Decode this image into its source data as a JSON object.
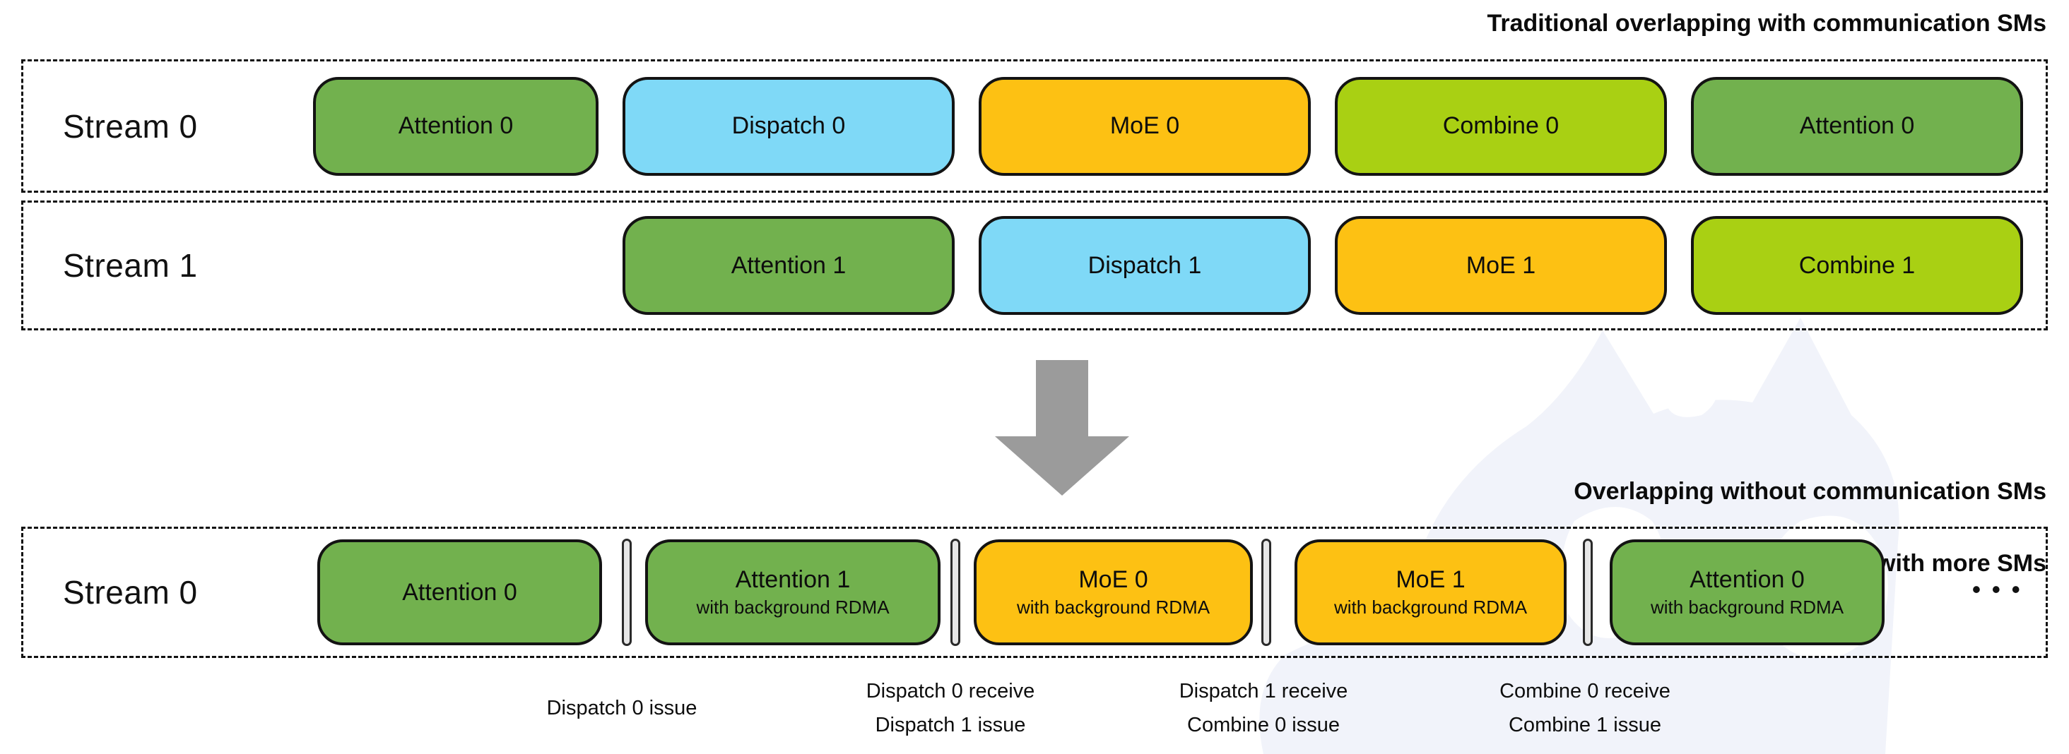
{
  "palette": {
    "green": "#72b14e",
    "blue": "#7fd9f7",
    "amber": "#fdc113",
    "lime": "#a9d013",
    "arrow_gray": "#9b9b9b",
    "separator_fill": "#e6e6e6",
    "outline": "#111111",
    "watermark": "#f1f3fa"
  },
  "titles": {
    "traditional": "Traditional overlapping with communication SMs",
    "overlapped_line1": "Overlapping without communication SMs",
    "overlapped_line2": "→ Faster computation with more SMs"
  },
  "streams": {
    "traditional_stream0": {
      "label": "Stream 0",
      "blocks": [
        {
          "label": "Attention 0",
          "color": "green"
        },
        {
          "label": "Dispatch 0",
          "color": "blue"
        },
        {
          "label": "MoE 0",
          "color": "amber"
        },
        {
          "label": "Combine 0",
          "color": "lime"
        },
        {
          "label": "Attention 0",
          "color": "green"
        }
      ]
    },
    "traditional_stream1": {
      "label": "Stream 1",
      "blocks": [
        {
          "label": "Attention 1",
          "color": "green"
        },
        {
          "label": "Dispatch 1",
          "color": "blue"
        },
        {
          "label": "MoE 1",
          "color": "amber"
        },
        {
          "label": "Combine 1",
          "color": "lime"
        }
      ]
    },
    "overlapped_stream0": {
      "label": "Stream 0",
      "ellipsis": "•••",
      "blocks": [
        {
          "label": "Attention 0",
          "color": "green"
        },
        {
          "label": "Attention 1",
          "sublabel": "with background RDMA",
          "color": "green"
        },
        {
          "label": "MoE 0",
          "sublabel": "with background RDMA",
          "color": "amber"
        },
        {
          "label": "MoE 1",
          "sublabel": "with background RDMA",
          "color": "amber"
        },
        {
          "label": "Attention 0",
          "sublabel": "with background RDMA",
          "color": "green"
        }
      ]
    }
  },
  "annotations": [
    {
      "lines": [
        "Dispatch 0 issue"
      ]
    },
    {
      "lines": [
        "Dispatch 0 receive",
        "Dispatch 1 issue"
      ]
    },
    {
      "lines": [
        "Dispatch 1 receive",
        "Combine 0 issue"
      ]
    },
    {
      "lines": [
        "Combine 0 receive",
        "Combine 1 issue"
      ]
    }
  ]
}
